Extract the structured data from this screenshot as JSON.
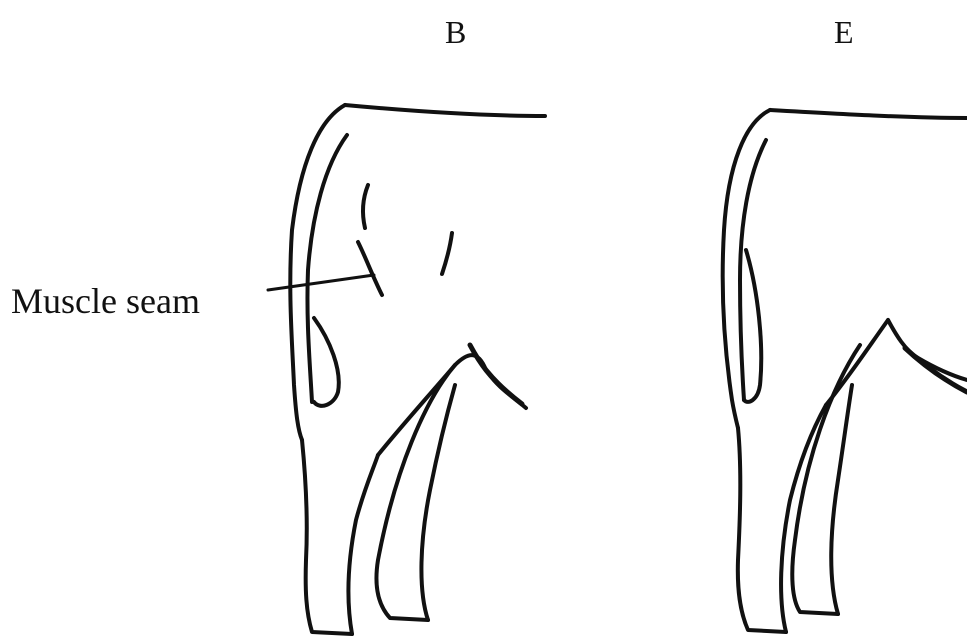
{
  "panels": [
    {
      "label": "B"
    },
    {
      "label": "E"
    }
  ],
  "annotation": {
    "text": "Muscle seam"
  },
  "colors": {
    "ink": "#111111",
    "background": "#ffffff"
  }
}
